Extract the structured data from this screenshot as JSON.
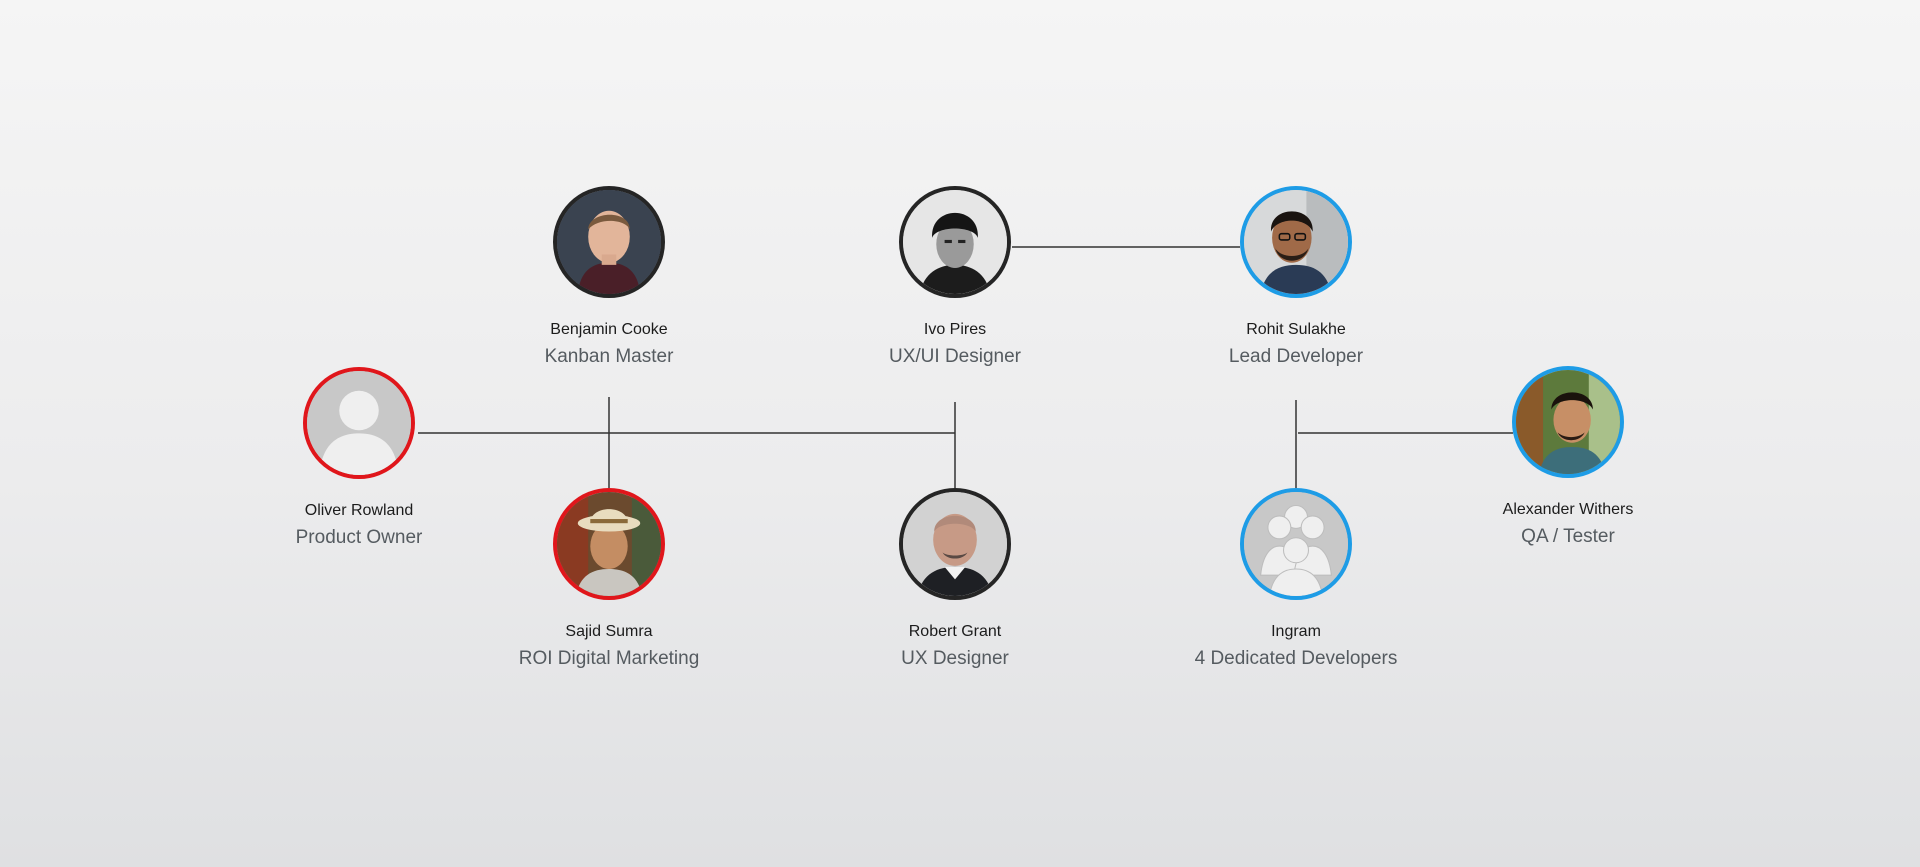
{
  "diagram": {
    "people": [
      {
        "id": "oliver",
        "name": "Oliver Rowland",
        "role": "Product Owner",
        "ring": "red",
        "photo": "placeholder-person-icon"
      },
      {
        "id": "benjamin",
        "name": "Benjamin Cooke",
        "role": "Kanban Master",
        "ring": "dark",
        "photo": "portrait-photo"
      },
      {
        "id": "sajid",
        "name": "Sajid Sumra",
        "role": "ROI Digital Marketing",
        "ring": "red",
        "photo": "portrait-photo"
      },
      {
        "id": "ivo",
        "name": "Ivo Pires",
        "role": "UX/UI Designer",
        "ring": "dark",
        "photo": "portrait-photo"
      },
      {
        "id": "robert",
        "name": "Robert Grant",
        "role": "UX Designer",
        "ring": "dark",
        "photo": "portrait-photo"
      },
      {
        "id": "rohit",
        "name": "Rohit Sulakhe",
        "role": "Lead Developer",
        "ring": "blue",
        "photo": "portrait-photo"
      },
      {
        "id": "ingram",
        "name": "Ingram",
        "role": "4 Dedicated Developers",
        "ring": "blue",
        "photo": "group-people-icon"
      },
      {
        "id": "alexander",
        "name": "Alexander Withers",
        "role": "QA / Tester",
        "ring": "blue",
        "photo": "portrait-photo"
      }
    ],
    "colors": {
      "red": "#e0161b",
      "dark": "#252525",
      "blue": "#1e9ce6",
      "connector": "#333333",
      "placeholder_bg": "#c8c8c8",
      "placeholder_fg": "#efefef"
    }
  }
}
